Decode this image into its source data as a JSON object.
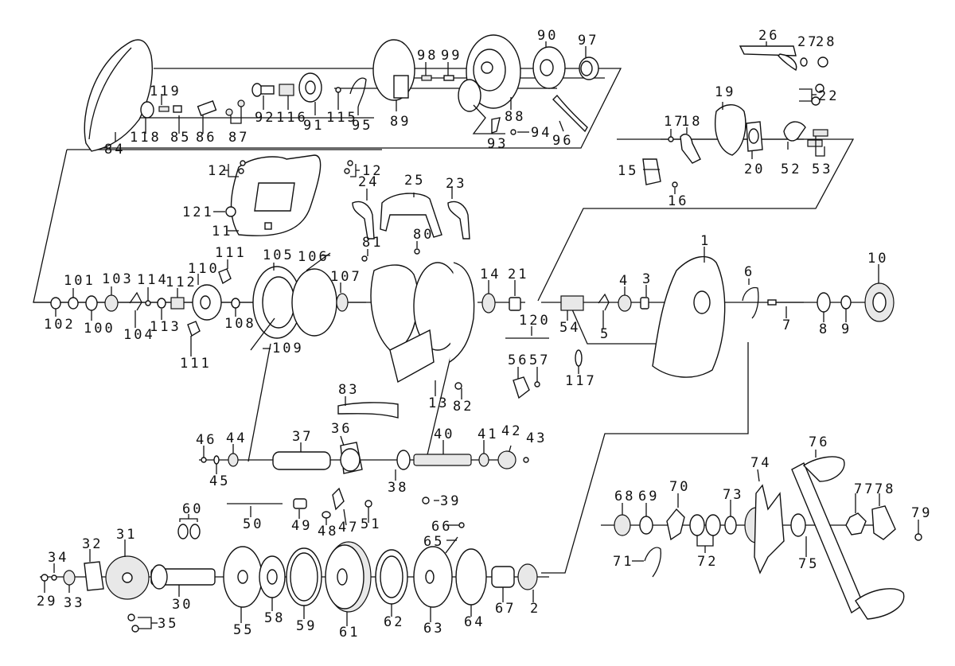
{
  "diagram": {
    "title": "",
    "subject": "Baitcasting reel exploded parts diagram",
    "line_color": "#111111",
    "background": "#ffffff",
    "groups": [
      {
        "name": "level-wind-cover-group",
        "parts": [
          "84",
          "118",
          "119",
          "85",
          "86",
          "87",
          "92",
          "116",
          "91",
          "115",
          "95",
          "89",
          "98",
          "99",
          "88",
          "90",
          "97",
          "93",
          "94",
          "96"
        ]
      },
      {
        "name": "clutch-and-frame-top-group",
        "parts": [
          "26",
          "27",
          "28",
          "19",
          "22",
          "17",
          "18",
          "15",
          "16",
          "20",
          "52",
          "53"
        ]
      },
      {
        "name": "thumb-bar-group",
        "parts": [
          "12",
          "121",
          "11",
          "24",
          "25",
          "23",
          "81",
          "80"
        ]
      },
      {
        "name": "spool-and-frame-group",
        "parts": [
          "102",
          "101",
          "100",
          "103",
          "104",
          "114",
          "113",
          "112",
          "110",
          "111",
          "108",
          "105",
          "106",
          "109",
          "107",
          "14",
          "21",
          "120",
          "13",
          "82",
          "83",
          "56",
          "57"
        ]
      },
      {
        "name": "side-plate-group",
        "parts": [
          "54",
          "5",
          "4",
          "3",
          "117",
          "1",
          "6",
          "7",
          "8",
          "9",
          "10"
        ]
      },
      {
        "name": "level-wind-group",
        "parts": [
          "46",
          "45",
          "44",
          "37",
          "36",
          "38",
          "39",
          "40",
          "41",
          "42",
          "43",
          "50",
          "49",
          "48",
          "47",
          "51"
        ]
      },
      {
        "name": "drive-gear-group",
        "parts": [
          "29",
          "34",
          "33",
          "32",
          "31",
          "30",
          "35",
          "60",
          "55",
          "58",
          "59",
          "61",
          "62",
          "63",
          "64",
          "65",
          "66",
          "67",
          "2"
        ]
      },
      {
        "name": "handle-group",
        "parts": [
          "68",
          "69",
          "70",
          "71",
          "72",
          "73",
          "74",
          "75",
          "76",
          "77",
          "78",
          "79"
        ]
      }
    ],
    "labels": [
      {
        "id": "84",
        "text": "84"
      },
      {
        "id": "118",
        "text": "118"
      },
      {
        "id": "119",
        "text": "119"
      },
      {
        "id": "85",
        "text": "85"
      },
      {
        "id": "86",
        "text": "86"
      },
      {
        "id": "87",
        "text": "87"
      },
      {
        "id": "92",
        "text": "92"
      },
      {
        "id": "116",
        "text": "116"
      },
      {
        "id": "91",
        "text": "91"
      },
      {
        "id": "115",
        "text": "115"
      },
      {
        "id": "95",
        "text": "95"
      },
      {
        "id": "89",
        "text": "89"
      },
      {
        "id": "98",
        "text": "98"
      },
      {
        "id": "99",
        "text": "99"
      },
      {
        "id": "88",
        "text": "88"
      },
      {
        "id": "90",
        "text": "90"
      },
      {
        "id": "97",
        "text": "97"
      },
      {
        "id": "93",
        "text": "93"
      },
      {
        "id": "94",
        "text": "94"
      },
      {
        "id": "96",
        "text": "96"
      },
      {
        "id": "26",
        "text": "26"
      },
      {
        "id": "27",
        "text": "27"
      },
      {
        "id": "28",
        "text": "28"
      },
      {
        "id": "19",
        "text": "19"
      },
      {
        "id": "22",
        "text": "22"
      },
      {
        "id": "17",
        "text": "17"
      },
      {
        "id": "18",
        "text": "18"
      },
      {
        "id": "15",
        "text": "15"
      },
      {
        "id": "16",
        "text": "16"
      },
      {
        "id": "20",
        "text": "20"
      },
      {
        "id": "52",
        "text": "52"
      },
      {
        "id": "53",
        "text": "53"
      },
      {
        "id": "12a",
        "text": "12"
      },
      {
        "id": "12b",
        "text": "12"
      },
      {
        "id": "121",
        "text": "121"
      },
      {
        "id": "11",
        "text": "11"
      },
      {
        "id": "24",
        "text": "24"
      },
      {
        "id": "25",
        "text": "25"
      },
      {
        "id": "23",
        "text": "23"
      },
      {
        "id": "81",
        "text": "81"
      },
      {
        "id": "80",
        "text": "80"
      },
      {
        "id": "102",
        "text": "102"
      },
      {
        "id": "101",
        "text": "101"
      },
      {
        "id": "100",
        "text": "100"
      },
      {
        "id": "103",
        "text": "103"
      },
      {
        "id": "104",
        "text": "104"
      },
      {
        "id": "114",
        "text": "114"
      },
      {
        "id": "113",
        "text": "113"
      },
      {
        "id": "112",
        "text": "112"
      },
      {
        "id": "110",
        "text": "110"
      },
      {
        "id": "111a",
        "text": "111"
      },
      {
        "id": "111b",
        "text": "111"
      },
      {
        "id": "108",
        "text": "108"
      },
      {
        "id": "105",
        "text": "105"
      },
      {
        "id": "106",
        "text": "106"
      },
      {
        "id": "109",
        "text": "109"
      },
      {
        "id": "107",
        "text": "107"
      },
      {
        "id": "14",
        "text": "14"
      },
      {
        "id": "21",
        "text": "21"
      },
      {
        "id": "120",
        "text": "120"
      },
      {
        "id": "13",
        "text": "13"
      },
      {
        "id": "82",
        "text": "82"
      },
      {
        "id": "83",
        "text": "83"
      },
      {
        "id": "56",
        "text": "56"
      },
      {
        "id": "57",
        "text": "57"
      },
      {
        "id": "54",
        "text": "54"
      },
      {
        "id": "5",
        "text": "5"
      },
      {
        "id": "4",
        "text": "4"
      },
      {
        "id": "3",
        "text": "3"
      },
      {
        "id": "117",
        "text": "117"
      },
      {
        "id": "1",
        "text": "1"
      },
      {
        "id": "6",
        "text": "6"
      },
      {
        "id": "7",
        "text": "7"
      },
      {
        "id": "8",
        "text": "8"
      },
      {
        "id": "9",
        "text": "9"
      },
      {
        "id": "10",
        "text": "10"
      },
      {
        "id": "46",
        "text": "46"
      },
      {
        "id": "45",
        "text": "45"
      },
      {
        "id": "44",
        "text": "44"
      },
      {
        "id": "37",
        "text": "37"
      },
      {
        "id": "36",
        "text": "36"
      },
      {
        "id": "38",
        "text": "38"
      },
      {
        "id": "39",
        "text": "39"
      },
      {
        "id": "40",
        "text": "40"
      },
      {
        "id": "41",
        "text": "41"
      },
      {
        "id": "42",
        "text": "42"
      },
      {
        "id": "43",
        "text": "43"
      },
      {
        "id": "50",
        "text": "50"
      },
      {
        "id": "49",
        "text": "49"
      },
      {
        "id": "48",
        "text": "48"
      },
      {
        "id": "47",
        "text": "47"
      },
      {
        "id": "51",
        "text": "51"
      },
      {
        "id": "29",
        "text": "29"
      },
      {
        "id": "34",
        "text": "34"
      },
      {
        "id": "33",
        "text": "33"
      },
      {
        "id": "32",
        "text": "32"
      },
      {
        "id": "31",
        "text": "31"
      },
      {
        "id": "30",
        "text": "30"
      },
      {
        "id": "35",
        "text": "35"
      },
      {
        "id": "60",
        "text": "60"
      },
      {
        "id": "55",
        "text": "55"
      },
      {
        "id": "58",
        "text": "58"
      },
      {
        "id": "59",
        "text": "59"
      },
      {
        "id": "61",
        "text": "61"
      },
      {
        "id": "62",
        "text": "62"
      },
      {
        "id": "63",
        "text": "63"
      },
      {
        "id": "64",
        "text": "64"
      },
      {
        "id": "65",
        "text": "65"
      },
      {
        "id": "66",
        "text": "66"
      },
      {
        "id": "67",
        "text": "67"
      },
      {
        "id": "2",
        "text": "2"
      },
      {
        "id": "68",
        "text": "68"
      },
      {
        "id": "69",
        "text": "69"
      },
      {
        "id": "70",
        "text": "70"
      },
      {
        "id": "71",
        "text": "71"
      },
      {
        "id": "72",
        "text": "72"
      },
      {
        "id": "73",
        "text": "73"
      },
      {
        "id": "74",
        "text": "74"
      },
      {
        "id": "75",
        "text": "75"
      },
      {
        "id": "76",
        "text": "76"
      },
      {
        "id": "77",
        "text": "77"
      },
      {
        "id": "78",
        "text": "78"
      },
      {
        "id": "79",
        "text": "79"
      }
    ]
  }
}
